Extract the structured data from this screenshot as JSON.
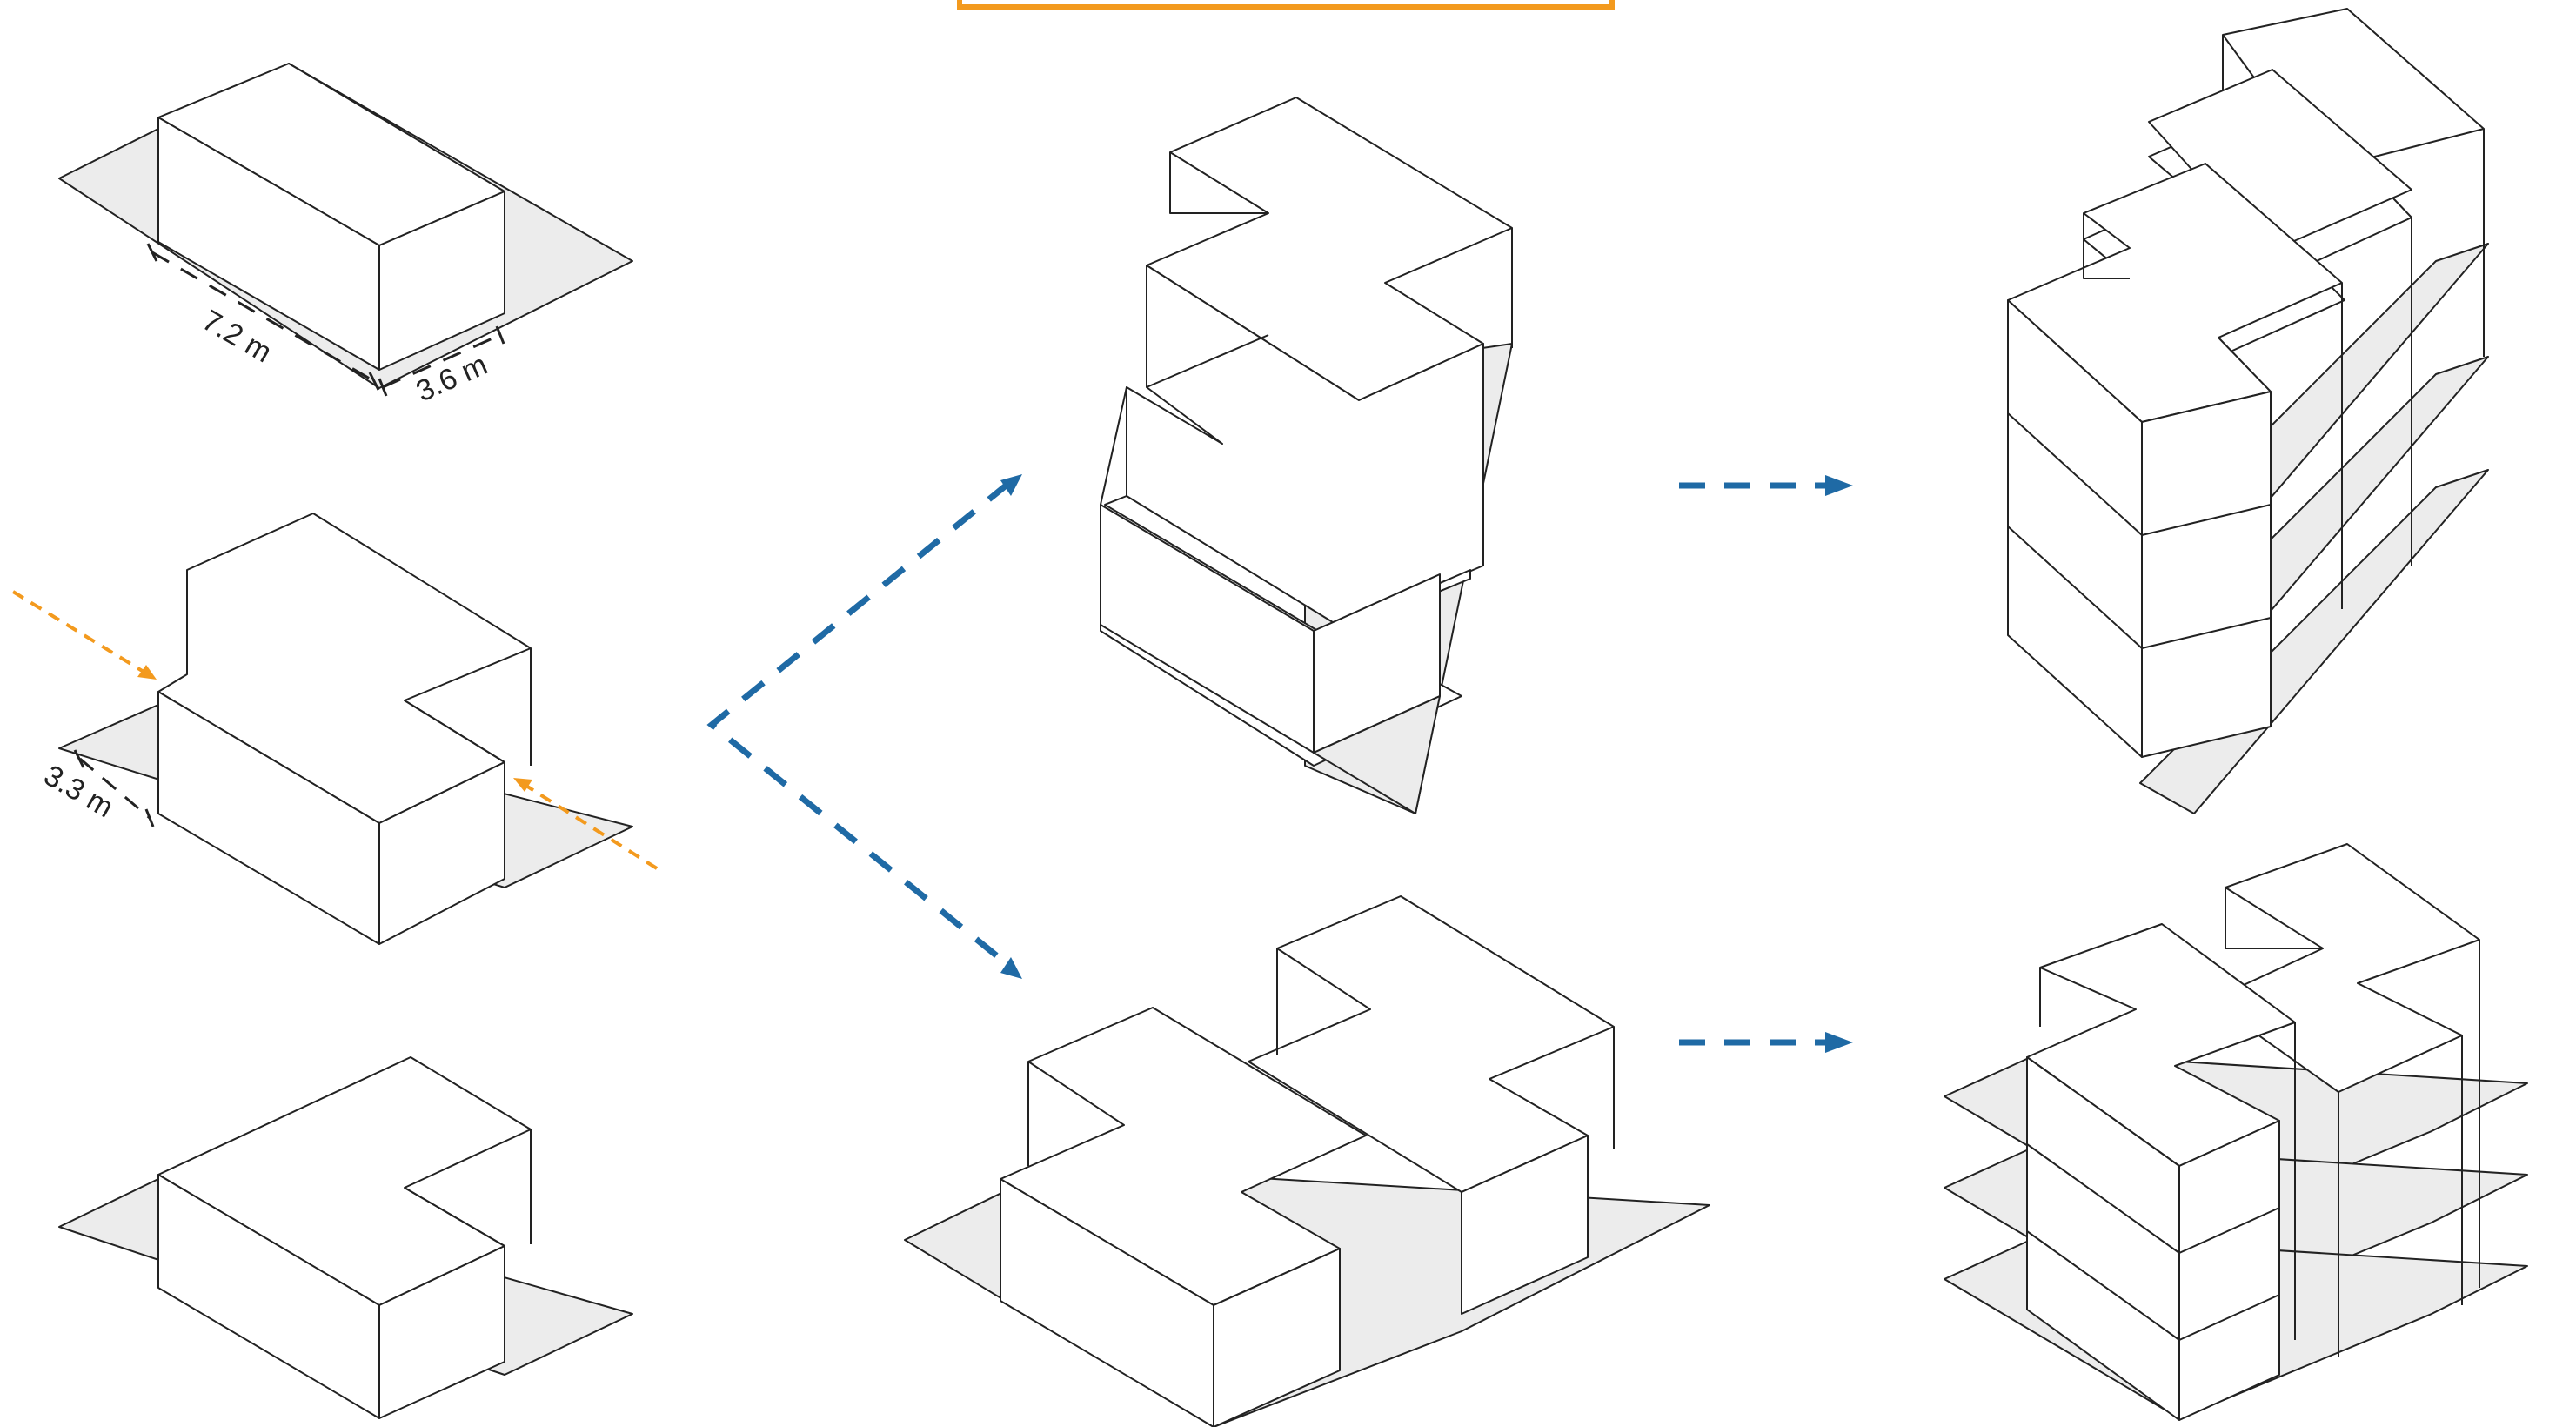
{
  "colors": {
    "line": "#222222",
    "fill_top": "#ffffff",
    "fill_floor": "#ececec",
    "blue_accent": "#1f6aa5",
    "orange_accent": "#f39a1e"
  },
  "dimensions": {
    "length": "7.2 m",
    "width": "3.6 m",
    "offset": "3.3 m"
  },
  "title_box": {
    "text": ""
  }
}
